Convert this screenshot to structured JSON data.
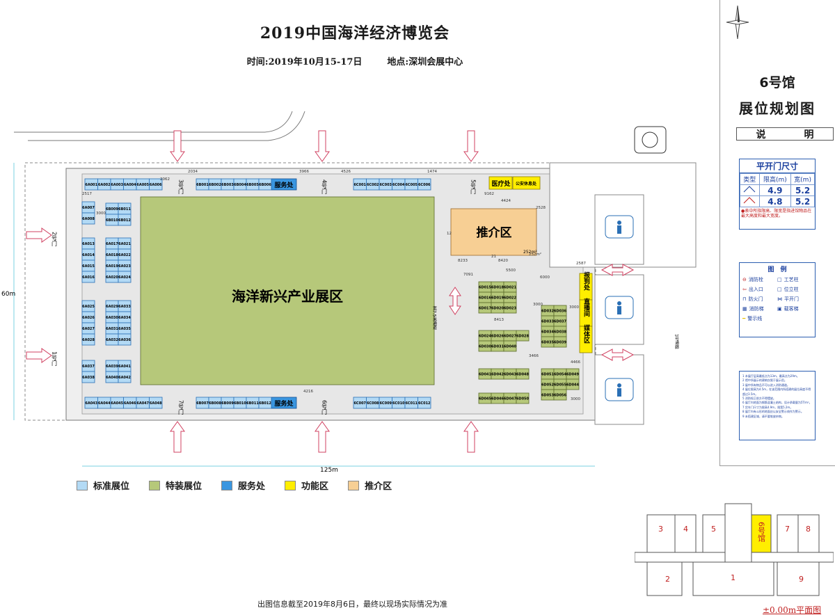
{
  "header": {
    "title": "2019中国海洋经济博览会",
    "time": "时间:2019年10月15-17日",
    "place": "地点:深圳会展中心"
  },
  "panel": {
    "hall": "6号馆",
    "plan": "展位规划图",
    "explain_1": "说",
    "explain_2": "明",
    "door_title": "平开门尺寸",
    "door_cols": [
      "类型",
      "限高(m)",
      "宽(m)"
    ],
    "door_rows": [
      [
        "4.9",
        "5.2"
      ],
      [
        "4.8",
        "5.2"
      ]
    ],
    "door_note": "●表中所指限高、限宽是指进馆物品在最大高度和最大宽度。",
    "legend_title": "图　例",
    "legend_items": [
      "消防栓",
      "工艺柱",
      "出入口",
      "位立柱",
      "防火门",
      "平开门",
      "消防梯",
      "载客梯",
      "警示线"
    ],
    "notes": "1 本展厅层高最低点为13m，最高点为29m。\n2 馆中所展示的建筑仅限于展示用。\n3 展中所有物品不可以进入消防通道。\n4 展位限高为4.5m，在该范围内所搭建的展位高度不得超过3.5m。\n5 消防栓正前方不得摆放。\n6 展厅内地面为钢筋混凝土结构，设计承载量为5T/m²。\n7 货车门尺寸为限高4.9m，限宽5.2m。\n8 展厅内有斗形的地面应以安全警示线作为警示。\n9 未搭建区域，请不要堆放杂物。"
  },
  "map": {
    "main_zone": "海洋新兴产业展区",
    "promo_zone": "推介区",
    "promo_area": "252m²",
    "medical": "医疗处",
    "police": "公安休息处",
    "report": "报到处",
    "live": "直播间",
    "media": "媒体区",
    "service_top": "服务处",
    "service_bottom": "服务处",
    "corridor": "宽7.5米通道",
    "corridor_num": "1号通廊",
    "width_label": "125m",
    "height_label": "60m",
    "doors": [
      "1号门",
      "2号门",
      "3号门",
      "4号门",
      "5号门",
      "6号门",
      "7号门"
    ],
    "dims": [
      "2062",
      "2034",
      "3966",
      "4526",
      "1474",
      "2517",
      "3000",
      "9162",
      "4424",
      "2528",
      "12",
      "8233",
      "21",
      "8420",
      "252m²",
      "7091",
      "5500",
      "6000",
      "3000",
      "8413",
      "3466",
      "4466",
      "2587",
      "3000",
      "3000",
      "4216"
    ]
  },
  "booths_a_top": [
    "6A001",
    "6A002",
    "6A003",
    "6A004",
    "6A005",
    "6A006"
  ],
  "booths_b_top": [
    "6B001",
    "6B002",
    "6B003",
    "6B004",
    "6B005",
    "6B006"
  ],
  "booths_c_top": [
    "6C001",
    "6C002",
    "6C003",
    "6C004",
    "6C005",
    "6C006"
  ],
  "booths_a_bot": [
    "6A043",
    "6A044",
    "6A045",
    "6A046",
    "6A047",
    "6A048"
  ],
  "booths_b_bot": [
    "6B007",
    "6B008",
    "6B009",
    "6B010",
    "6B011",
    "6B012"
  ],
  "booths_c_bot": [
    "6C007",
    "6C008",
    "6C009",
    "6C010",
    "6C011",
    "6C012"
  ],
  "booths_a_left": [
    "6A007",
    "6A008",
    "6A013",
    "6A014",
    "6A015",
    "6A016",
    "6A025",
    "6A026",
    "6A027",
    "6A028",
    "6A037",
    "6A038"
  ],
  "booths_b_mid1": [
    "6B009",
    "6B011",
    "6B010",
    "6B012"
  ],
  "booths_a_mid": [
    "6A017",
    "6A021",
    "6A018",
    "6A022",
    "6A019",
    "6A023",
    "6A020",
    "6A024",
    "6A029",
    "6A033",
    "6A030",
    "6A034",
    "6A031",
    "6A035",
    "6A032",
    "6A036",
    "6A039",
    "6A041",
    "6A040",
    "6A042"
  ],
  "booths_d": [
    "6D015",
    "6D018",
    "6D021",
    "6D016",
    "6D019",
    "6D022",
    "6D017",
    "6D020",
    "6D023",
    "6D032",
    "6D036",
    "6D033",
    "6D037",
    "6D034",
    "6D038",
    "6D035",
    "6D039",
    "6D024",
    "6D026",
    "6D027",
    "6D028",
    "6D030",
    "6D031",
    "6D040",
    "6D041",
    "6D042",
    "6D043",
    "6D048",
    "6D051",
    "6D054",
    "6D049",
    "6D052",
    "6D055",
    "6D044",
    "6D045",
    "6D046",
    "6D047",
    "6D050",
    "6D053",
    "6D056"
  ],
  "legend": {
    "standard": "标准展位",
    "special": "特装展位",
    "service": "服务处",
    "function": "功能区",
    "promo": "推介区",
    "colors": {
      "standard": "#b3daf5",
      "special": "#b6c87a",
      "service": "#3a96e0",
      "function": "#ffee00",
      "promo": "#f7cf94"
    }
  },
  "keymap": {
    "halls": [
      "3",
      "4",
      "5",
      "6号馆",
      "7",
      "8",
      "2",
      "1",
      "9"
    ],
    "label": "±0.00m平面图"
  },
  "footer": "出图信息截至2019年8月6日，最终以现场实际情况为准"
}
